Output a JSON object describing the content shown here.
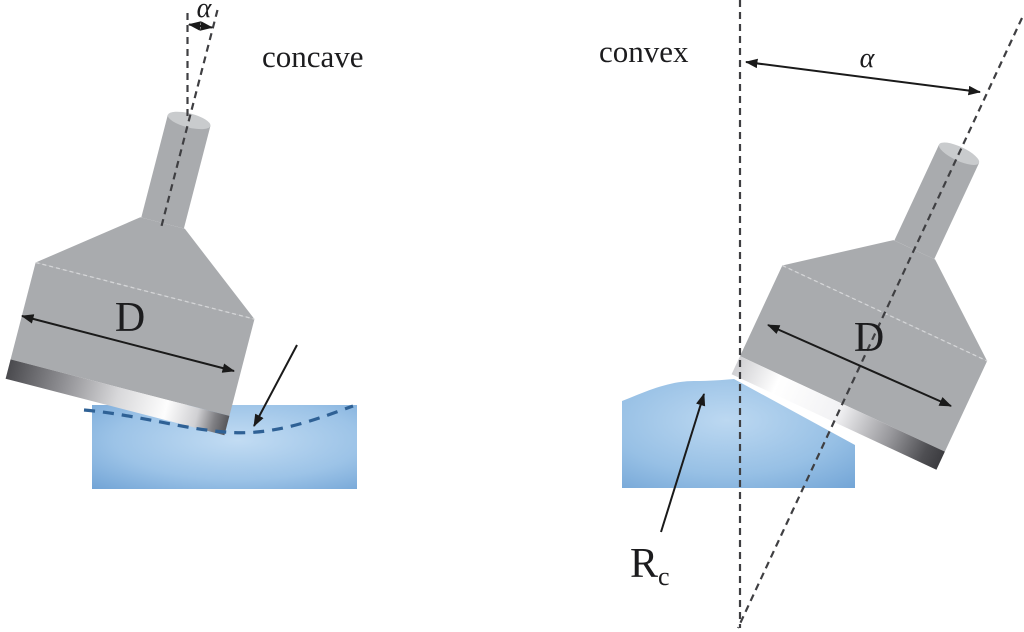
{
  "figure": {
    "left": {
      "caption": "concave",
      "angle_label": "α",
      "diameter_label": "D"
    },
    "right": {
      "caption": "convex",
      "angle_label": "α",
      "diameter_label": "D",
      "radius_label": "R",
      "radius_subscript": "c"
    }
  },
  "colors": {
    "tool_gray": "#a9abae",
    "tool_shaft_top": "#c9cbcd",
    "tool_edge_highlight": "#d4d5d7",
    "workpiece_blue_dark": "#6b9fd3",
    "workpiece_blue_light": "#c2dcf3",
    "profile_dash_blue": "#2f6195",
    "reference_dash_gray": "#3f3f42",
    "arrow_black": "#1a1a1a"
  }
}
